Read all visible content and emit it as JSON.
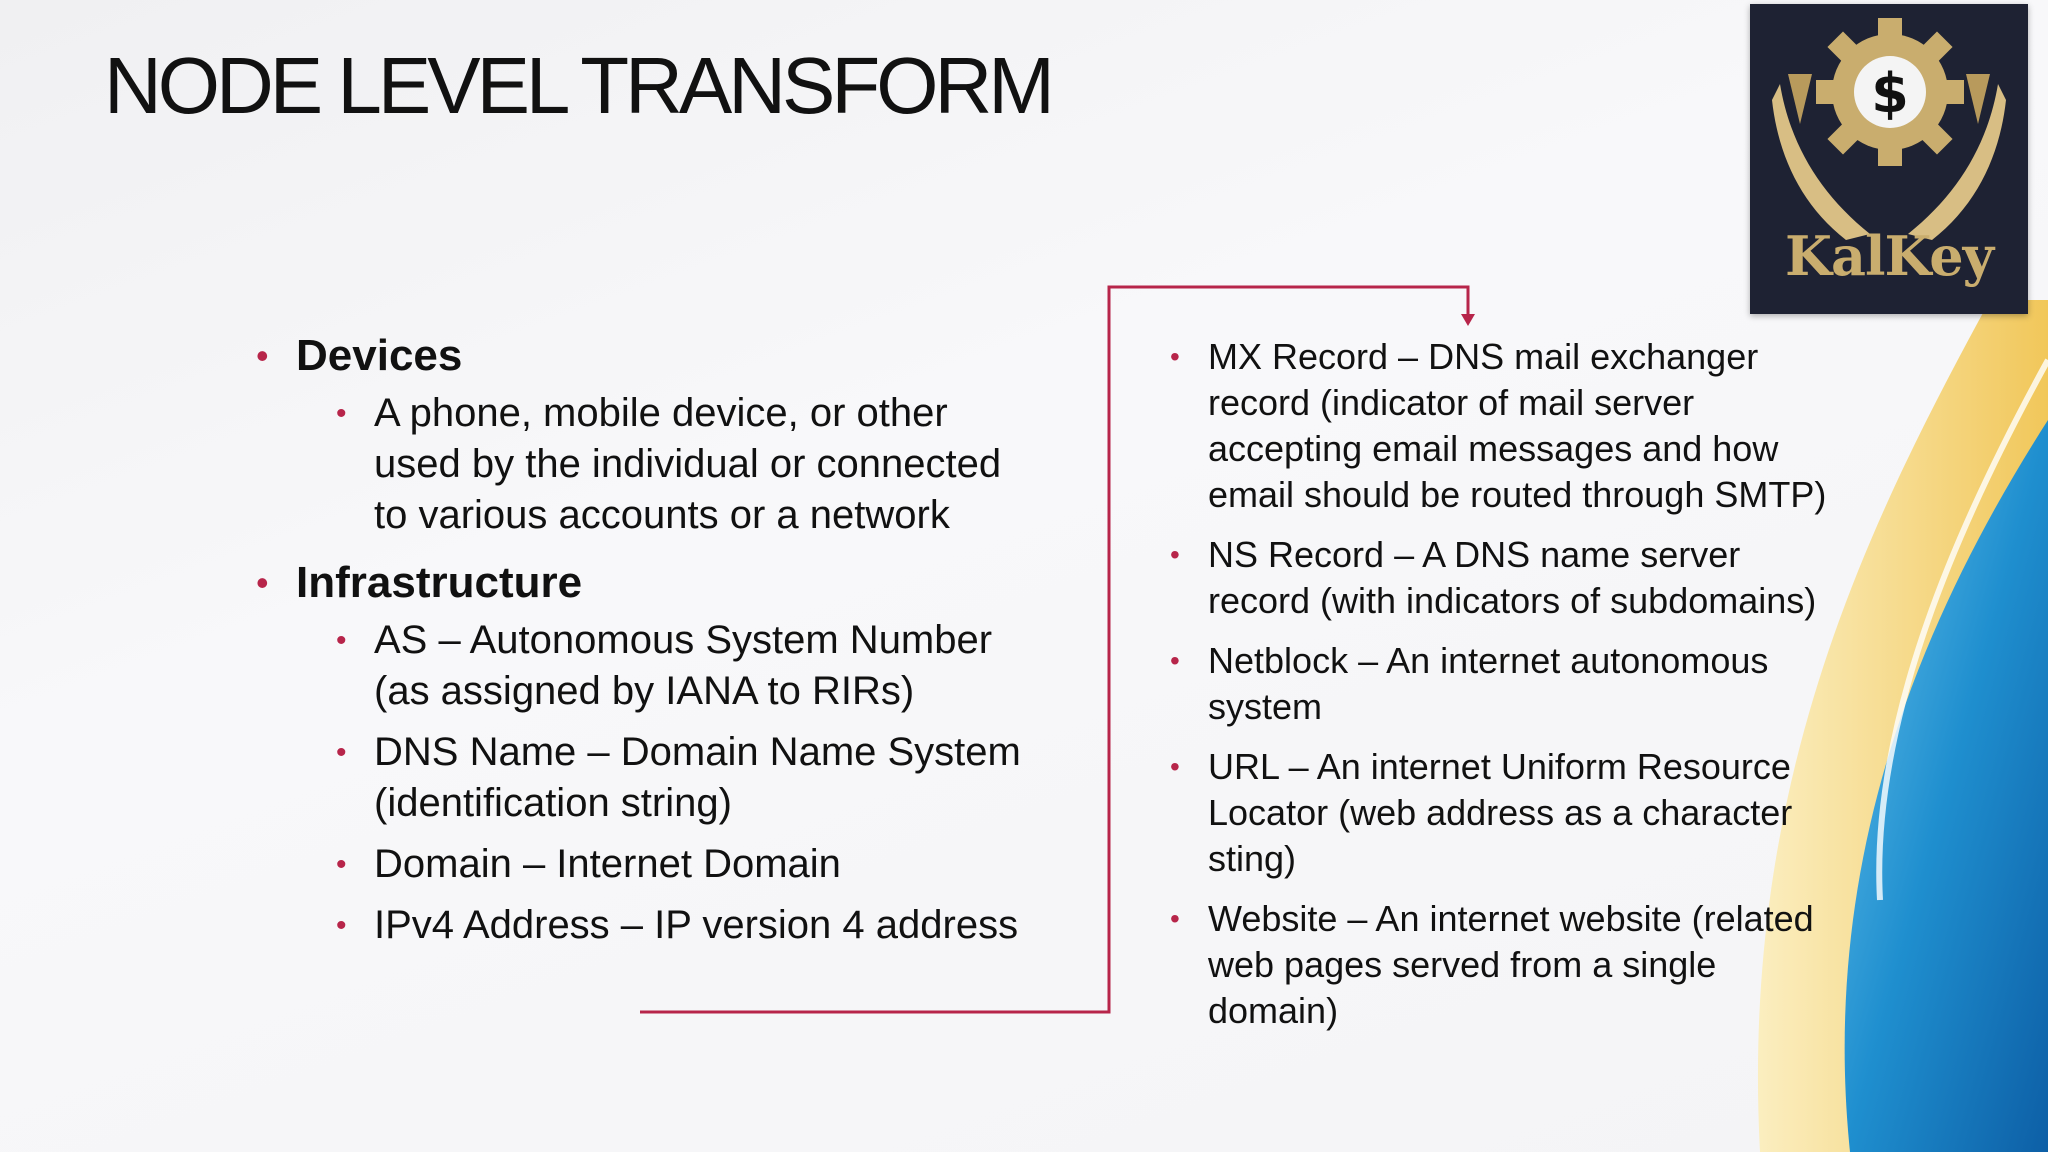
{
  "slide": {
    "title": "NODE LEVEL TRANSFORM",
    "logo_text": "KalKey",
    "logo_symbol": "$",
    "accent_color": "#b7254a",
    "left_column": [
      {
        "heading": "Devices",
        "items": [
          "A phone, mobile device, or other used by the individual or connected to various accounts or a network"
        ]
      },
      {
        "heading": "Infrastructure",
        "items": [
          "AS – Autonomous System Number (as assigned by IANA to RIRs)",
          "DNS Name – Domain Name System (identification string)",
          "Domain –  Internet Domain",
          "IPv4 Address – IP version 4 address"
        ]
      }
    ],
    "right_column": [
      "MX Record – DNS mail exchanger record (indicator of mail server accepting email messages and how email should be routed through SMTP)",
      "NS Record – A DNS name server record (with indicators of subdomains)",
      "Netblock – An internet autonomous system",
      "URL – An internet Uniform Resource Locator (web address as a character sting)",
      "Website – An internet website (related web pages served from a single domain)"
    ]
  }
}
